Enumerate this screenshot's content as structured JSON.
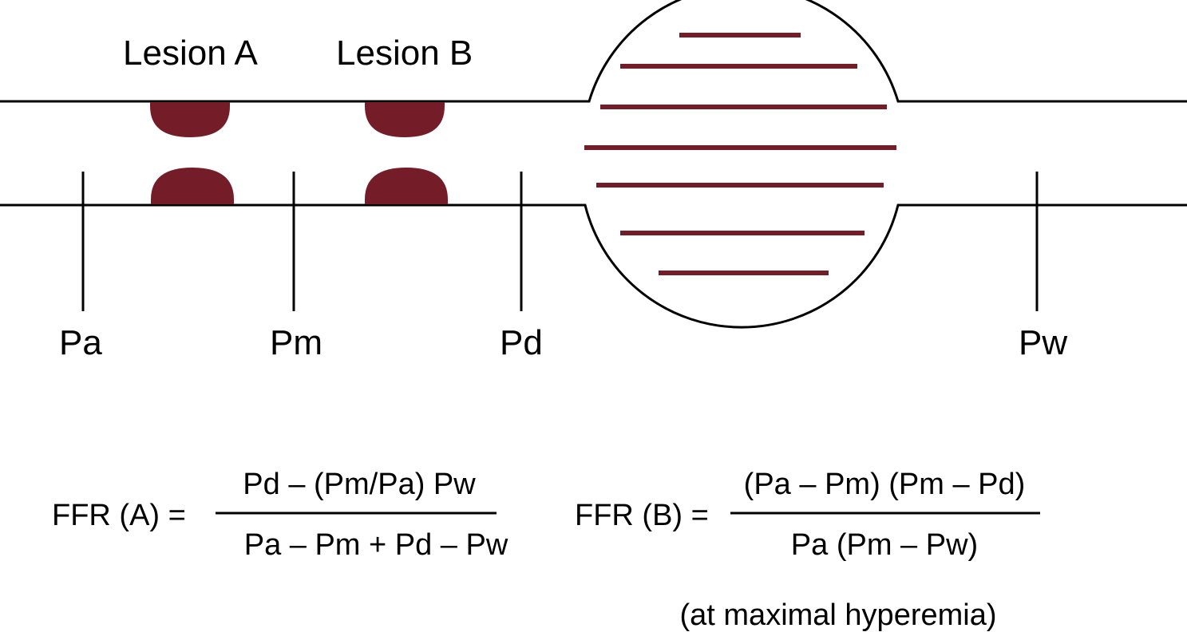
{
  "colors": {
    "lesion": "#741c28",
    "line": "#000000",
    "background": "#ffffff"
  },
  "lesions": {
    "a": "Lesion A",
    "b": "Lesion B"
  },
  "pressure_points": {
    "pa": "Pa",
    "pm": "Pm",
    "pd": "Pd",
    "pw": "Pw"
  },
  "formulas": {
    "a": {
      "lhs": "FFR (A) =",
      "numerator": "Pd – (Pm/Pa) Pw",
      "denominator": "Pa – Pm + Pd – Pw"
    },
    "b": {
      "lhs": "FFR (B) =",
      "numerator": "(Pa – Pm) (Pm – Pd)",
      "denominator": "Pa (Pm – Pw)"
    }
  },
  "note": "(at maximal hyperemia)"
}
